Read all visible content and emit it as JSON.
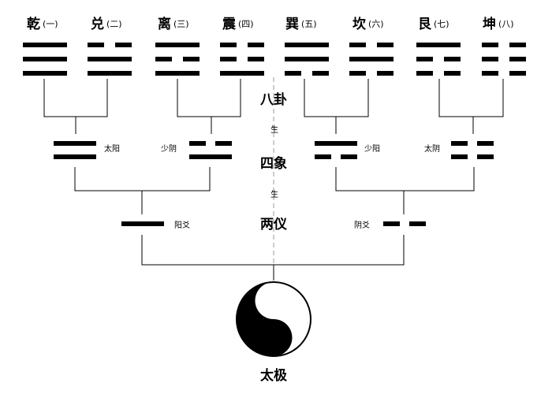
{
  "trigrams": [
    {
      "name": "乾",
      "num": "(一)",
      "lines": [
        1,
        1,
        1
      ]
    },
    {
      "name": "兑",
      "num": "(二)",
      "lines": [
        0,
        1,
        1
      ]
    },
    {
      "name": "离",
      "num": "(三)",
      "lines": [
        1,
        0,
        1
      ]
    },
    {
      "name": "震",
      "num": "(四)",
      "lines": [
        0,
        0,
        1
      ]
    },
    {
      "name": "巽",
      "num": "(五)",
      "lines": [
        1,
        1,
        0
      ]
    },
    {
      "name": "坎",
      "num": "(六)",
      "lines": [
        0,
        1,
        0
      ]
    },
    {
      "name": "艮",
      "num": "(七)",
      "lines": [
        1,
        0,
        0
      ]
    },
    {
      "name": "坤",
      "num": "(八)",
      "lines": [
        0,
        0,
        0
      ]
    }
  ],
  "symbols": [
    {
      "label": "太阳",
      "lines": [
        1,
        1
      ]
    },
    {
      "label": "少阴",
      "lines": [
        0,
        1
      ]
    },
    {
      "label": "少阳",
      "lines": [
        1,
        0
      ]
    },
    {
      "label": "太阴",
      "lines": [
        0,
        0
      ]
    }
  ],
  "yao": [
    {
      "label": "阳爻",
      "line": 1
    },
    {
      "label": "阴爻",
      "line": 0
    }
  ],
  "levels": {
    "bagua": "八卦",
    "sixiang": "四象",
    "liangyi": "两仪",
    "taiji": "太极"
  },
  "sheng_label": "生"
}
